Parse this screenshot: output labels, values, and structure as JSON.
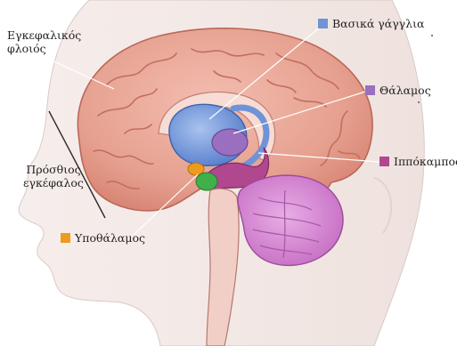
{
  "labels": {
    "cortex": "Εγκεφαλικός φλοιός",
    "basal_ganglia": "Βασικά γάγγλια",
    "thalamus": "Θάλαμος",
    "hippocampus": "Ιππόκαμπος",
    "forebrain": "Πρόσθιος εγκέφαλος",
    "hypothalamus": "Υποθάλαμος"
  },
  "colors": {
    "basal_ganglia": "#6f93d6",
    "thalamus": "#9a6fc0",
    "hippocampus": "#b0478f",
    "hypothalamus": "#ee9a1e",
    "cortex": "#e8a496",
    "cerebellum": "#d389d0",
    "head": "#f3e9e6"
  },
  "icons": {
    "head": "head-profile-illustration",
    "brain": "brain-sagittal-illustration"
  }
}
